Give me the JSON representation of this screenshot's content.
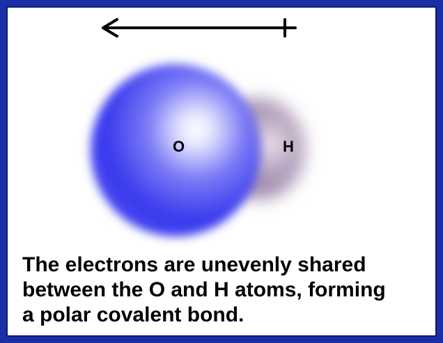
{
  "diagram": {
    "atoms": {
      "oxygen_label": "O",
      "hydrogen_label": "H"
    },
    "dipole_arrow": {
      "direction": "toward-oxygen",
      "tail_symbol": "plus-cross"
    },
    "caption_lines": [
      "The electrons are unevenly shared",
      "between the O and H atoms, forming",
      "a polar covalent bond."
    ]
  },
  "colors": {
    "frame": "#1a2fa6",
    "oxygen_cloud": "#3b3bf0",
    "hydrogen_cloud": "#8a6f9e",
    "text": "#000000"
  }
}
